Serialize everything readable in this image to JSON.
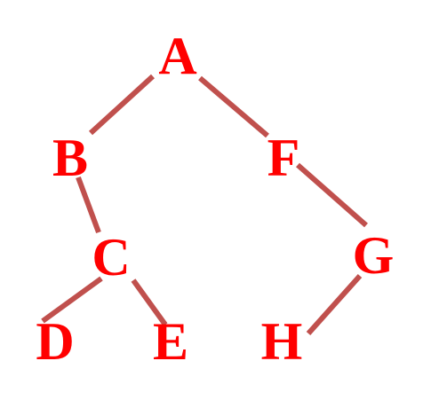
{
  "tree": {
    "colors": {
      "node_text": "#ff0000",
      "edge": "#c0504d",
      "background": "#ffffff"
    },
    "nodes": [
      {
        "id": "A",
        "label": "A"
      },
      {
        "id": "B",
        "label": "B"
      },
      {
        "id": "F",
        "label": "F"
      },
      {
        "id": "C",
        "label": "C"
      },
      {
        "id": "G",
        "label": "G"
      },
      {
        "id": "D",
        "label": "D"
      },
      {
        "id": "E",
        "label": "E"
      },
      {
        "id": "H",
        "label": "H"
      }
    ],
    "edges": [
      {
        "from": "A",
        "to": "B"
      },
      {
        "from": "A",
        "to": "F"
      },
      {
        "from": "B",
        "to": "C"
      },
      {
        "from": "F",
        "to": "G"
      },
      {
        "from": "C",
        "to": "D"
      },
      {
        "from": "C",
        "to": "E"
      },
      {
        "from": "G",
        "to": "H"
      }
    ]
  }
}
